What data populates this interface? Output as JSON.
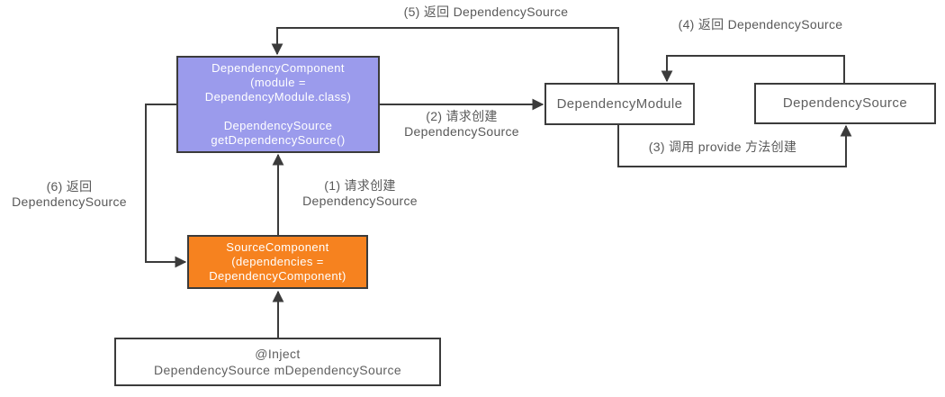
{
  "diagram": {
    "title": "Dagger dependency component injection flow",
    "colors": {
      "component_fill": "#9b9bec",
      "source_component_fill": "#f6821f",
      "plain_box_fill": "#ffffff",
      "border_and_arrows": "#3b3b3b",
      "label_text": "#595959",
      "box_text_light": "#ffffff",
      "box_text_dark": "#5f5f5f"
    },
    "nodes": {
      "dependency_component": {
        "text": "DependencyComponent\n(module =\nDependencyModule.class)\n\nDependencySource\ngetDependencySource()"
      },
      "source_component": {
        "text": "SourceComponent\n(dependencies =\nDependencyComponent)"
      },
      "dependency_module": {
        "text": "DependencyModule"
      },
      "dependency_source": {
        "text": "DependencySource"
      },
      "inject_field": {
        "text": "@Inject\nDependencySource mDependencySource"
      }
    },
    "edge_labels": {
      "step1": "(1) 请求创建\nDependencySource",
      "step2": "(2) 请求创建\nDependencySource",
      "step3": "(3) 调用 provide 方法创建",
      "step4": "(4) 返回 DependencySource",
      "step5": "(5) 返回 DependencySource",
      "step6": "(6) 返回\nDependencySource"
    }
  }
}
